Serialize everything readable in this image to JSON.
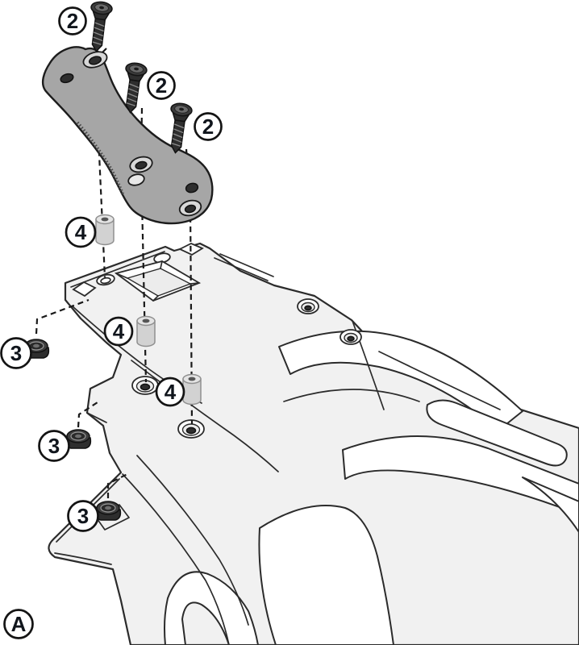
{
  "diagram": {
    "type": "assembly-instruction-step",
    "description_icons": {
      "plate": "mounting-plate-bracket",
      "screw": "countersunk-screw-icon",
      "spacer": "cylindrical-spacer-bushing-icon",
      "nut": "flange-nut-icon",
      "rack": "motorcycle-rear-rack-line-art"
    },
    "callouts": [
      {
        "ref": "2",
        "part": "countersunk-screw",
        "qty_shown": 3
      },
      {
        "ref": "3",
        "part": "flange-nut",
        "qty_shown": 3
      },
      {
        "ref": "4",
        "part": "spacer-bushing",
        "qty_shown": 3
      }
    ],
    "step_label": "A"
  },
  "labels": {
    "screw_1": "2",
    "screw_2": "2",
    "screw_3": "2",
    "spacer_1": "4",
    "spacer_2": "4",
    "spacer_3": "4",
    "nut_1": "3",
    "nut_2": "3",
    "nut_3": "3",
    "step": "A"
  },
  "colors": {
    "line": "#2b2b2b",
    "rack_fill": "#f1f1f1",
    "bracket_fill": "#a6a6a6",
    "spacer_fill": "#d2d2d2",
    "spacer_edge": "#8f8f8f",
    "hardware_dark": "#2e2e2e",
    "background": "#ffffff"
  }
}
